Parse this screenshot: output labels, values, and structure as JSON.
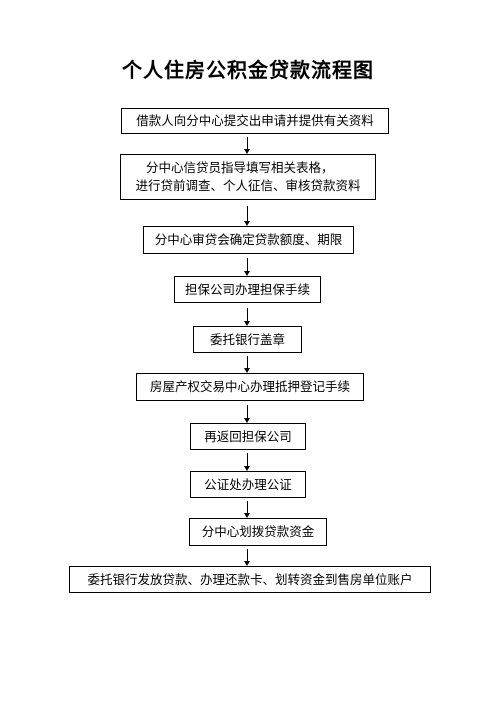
{
  "title": "个人住房公积金贷款流程图",
  "steps": [
    {
      "lines": [
        "借款人向分中心提交出申请并提供有关资料"
      ]
    },
    {
      "lines": [
        "分中心信贷员指导填写相关表格，",
        "进行贷前调查、个人征信、审核贷款资料"
      ]
    },
    {
      "lines": [
        "分中心审贷会确定贷款额度、期限"
      ]
    },
    {
      "lines": [
        "担保公司办理担保手续"
      ]
    },
    {
      "lines": [
        "委托银行盖章"
      ]
    },
    {
      "lines": [
        "房屋产权交易中心办理抵押登记手续"
      ]
    },
    {
      "lines": [
        "再返回担保公司"
      ]
    },
    {
      "lines": [
        "公证处办理公证"
      ]
    },
    {
      "lines": [
        "分中心划拨贷款资金"
      ]
    },
    {
      "lines": [
        "委托银行发放贷款、办理还款卡、划转资金到售房单位账户"
      ]
    }
  ]
}
